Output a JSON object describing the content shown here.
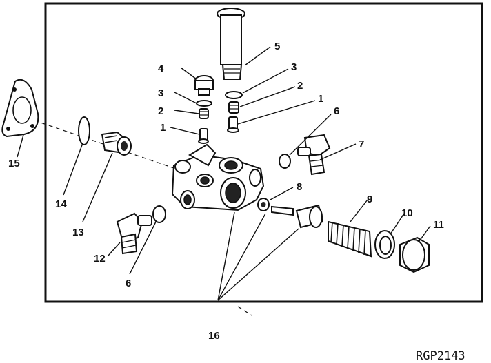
{
  "reference_code": "RGP2143",
  "callouts": {
    "c1a": "1",
    "c1b": "1",
    "c2a": "2",
    "c2b": "2",
    "c3a": "3",
    "c3b": "3",
    "c4": "4",
    "c5": "5",
    "c6a": "6",
    "c6b": "6",
    "c7": "7",
    "c8": "8",
    "c9": "9",
    "c10": "10",
    "c11": "11",
    "c12": "12",
    "c13": "13",
    "c14": "14",
    "c15": "15",
    "c16": "16"
  }
}
